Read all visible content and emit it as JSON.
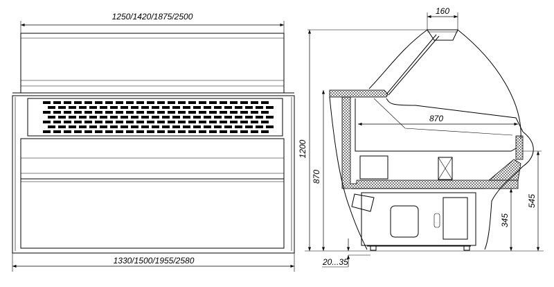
{
  "front_view": {
    "top_width_label": "1250/1420/1875/2500",
    "bottom_width_label": "1330/1500/1955/2580"
  },
  "side_view": {
    "lamp_width_label": "160",
    "depth_label": "870",
    "total_height_label": "1200",
    "counter_height_label": "870",
    "shelf_height_label": "545",
    "base_height_label": "345",
    "leg_adjust_label": "20...35"
  }
}
